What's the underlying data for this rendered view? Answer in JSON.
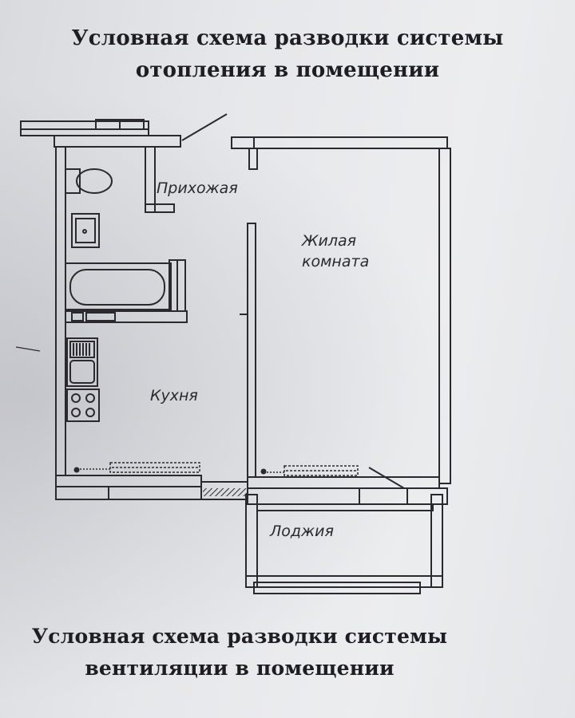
{
  "titles": {
    "heating_line1": "Условная схема разводки системы",
    "heating_line2": "отопления в помещении",
    "ventilation_line1": "Условная схема разводки системы",
    "ventilation_line2": "вентиляции в помещении"
  },
  "rooms": {
    "hall": "Прихожая",
    "living_line1": "Жилая",
    "living_line2": "комната",
    "kitchen": "Кухня",
    "loggia": "Лоджия"
  },
  "colors": {
    "ink": "#2a2a2e",
    "paper": "#e8e9ec"
  }
}
